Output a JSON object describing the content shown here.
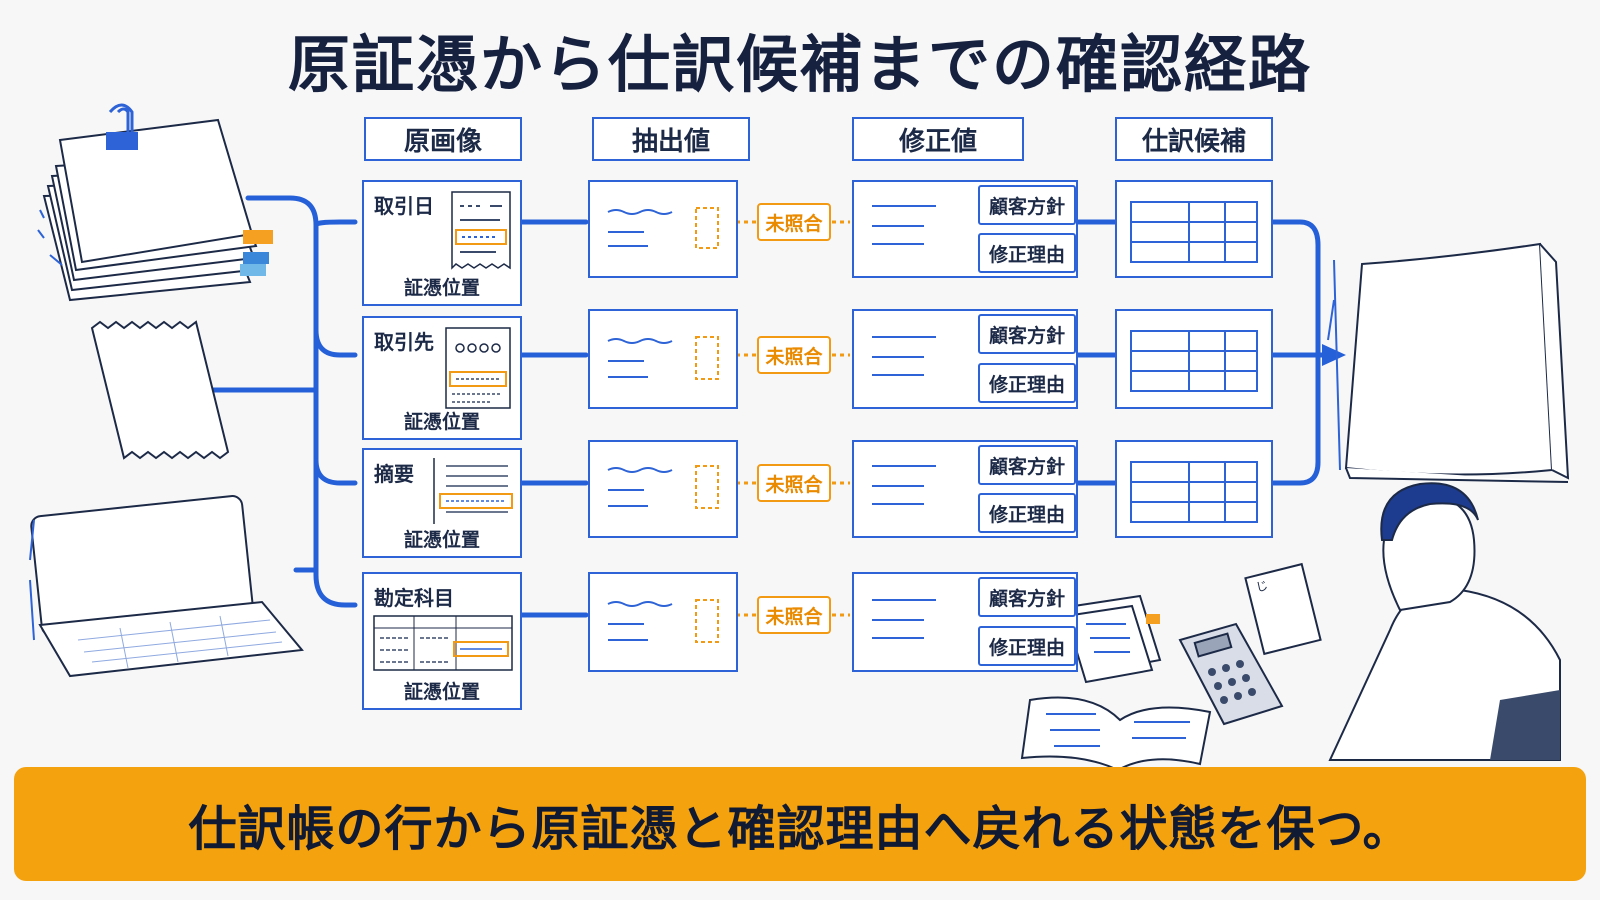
{
  "title": "原証憑から仕訳候補までの確認経路",
  "columns": [
    "原画像",
    "抽出値",
    "修正値",
    "仕訳候補"
  ],
  "source_rows": [
    {
      "label": "取引日",
      "position": "証憑位置"
    },
    {
      "label": "取引先",
      "position": "証憑位置"
    },
    {
      "label": "摘要",
      "position": "証憑位置"
    },
    {
      "label": "勘定科目",
      "position": "証憑位置"
    }
  ],
  "unmatched_label": "未照合",
  "correction_tags": [
    "顧客方針",
    "修正理由"
  ],
  "illustration": {
    "receipt_text": "じ"
  },
  "banner": "仕訳帳の行から原証憑と確認理由へ戻れる状態を保つ。",
  "colors": {
    "accent_blue": "#2d63d6",
    "accent_orange": "#f29a13",
    "banner": "#f5a20f",
    "title": "#16213f"
  }
}
